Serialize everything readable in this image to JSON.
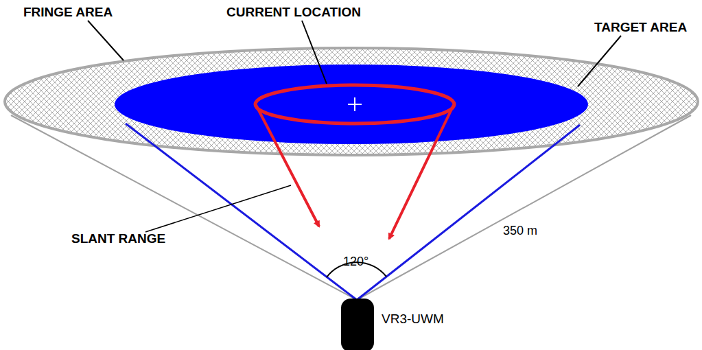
{
  "diagram": {
    "labels": [
      "FRINGE AREA",
      "CURRENT LOCATION",
      "TARGET AREA",
      "SLANT RANGE",
      "120°",
      "350 m",
      "VR3-UWM"
    ]
  }
}
